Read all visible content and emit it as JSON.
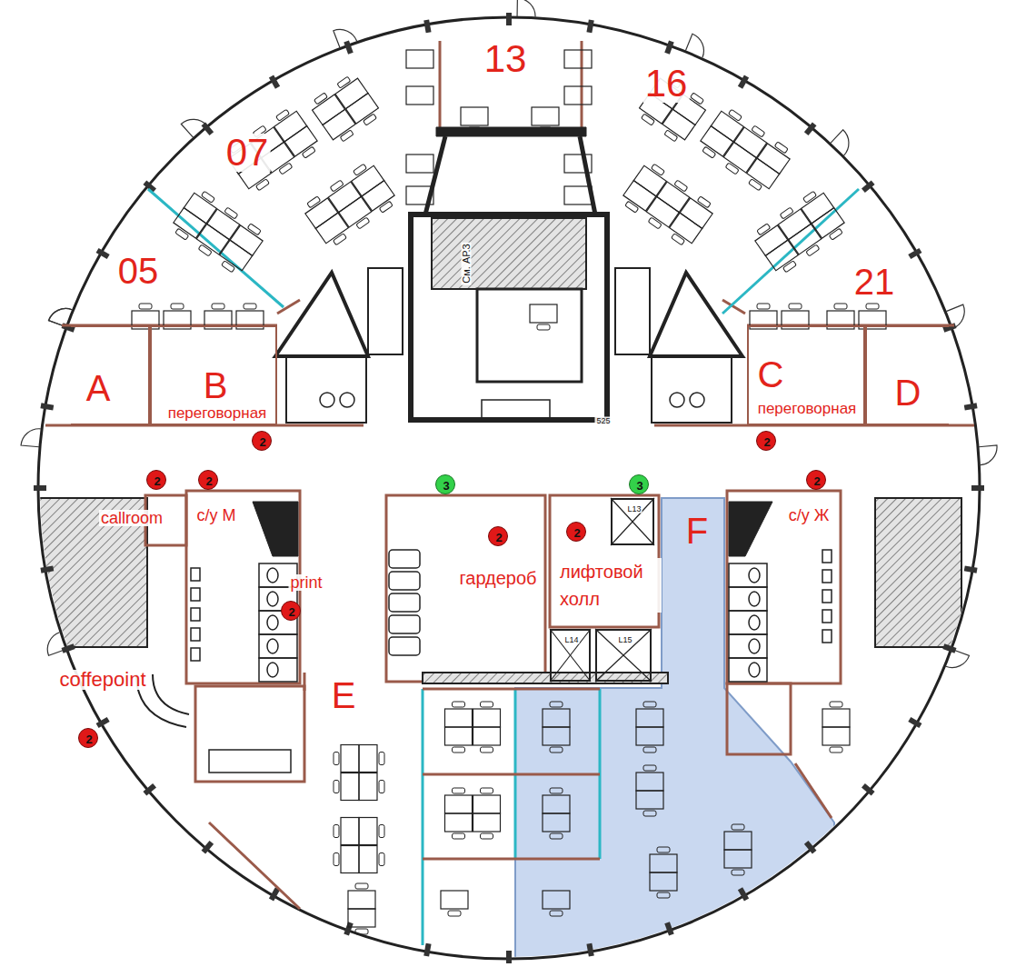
{
  "diagram": {
    "nodes": [
      {
        "text": [
          "A"
        ]
      },
      {
        "text": [
          "B",
          "переговорная"
        ]
      },
      {
        "text": [
          "C",
          "переговорная"
        ]
      },
      {
        "text": [
          "D"
        ]
      },
      {
        "text": [
          "2"
        ]
      },
      {
        "text": [
          "2"
        ]
      },
      {
        "text": [
          "2"
        ]
      },
      {
        "text": [
          "2"
        ]
      },
      {
        "text": [
          "3"
        ]
      },
      {
        "text": [
          "3"
        ]
      },
      {
        "text": [
          "2"
        ]
      },
      {
        "text": [
          "L13"
        ]
      },
      {
        "text": [
          "2"
        ]
      },
      {
        "text": [
          "F"
        ]
      },
      {
        "text": [
          "2"
        ]
      },
      {
        "text": [
          "2"
        ]
      },
      {
        "text": [
          "L14"
        ]
      },
      {
        "text": [
          "L15"
        ]
      },
      {
        "text": [
          "2"
        ]
      }
    ],
    "labels": [
      "13",
      "16",
      "07",
      "05",
      "21",
      "См. АР.3",
      "525",
      "callroom",
      "с/у М",
      "с/у Ж",
      "print",
      "гардероб",
      "лифтовой холл",
      "coffepoint",
      "E"
    ]
  }
}
